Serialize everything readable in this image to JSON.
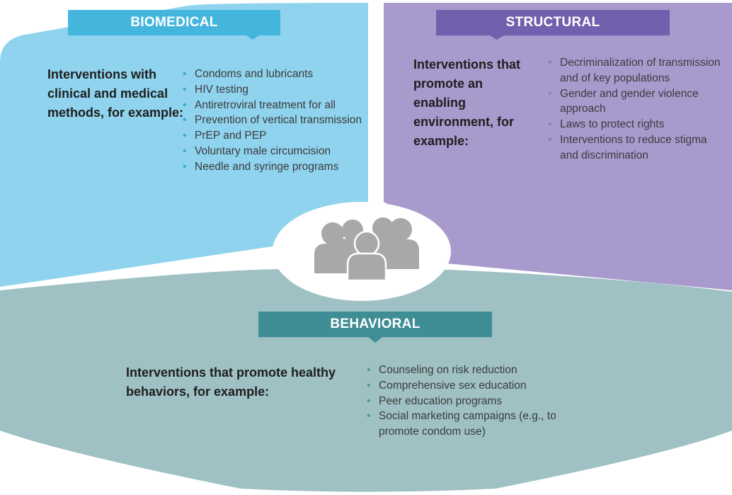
{
  "colors": {
    "biomedical_panel": "#8fd3ee",
    "biomedical_banner": "#44b6de",
    "structural_panel": "#a99ace",
    "structural_banner": "#725fad",
    "behavioral_panel": "#9fc1c4",
    "behavioral_banner": "#3f8d95",
    "people_icon": "#a8a8a8"
  },
  "icons": {
    "center": "people-group-icon"
  },
  "biomedical": {
    "title": "BIOMEDICAL",
    "lead": "Interventions with clinical and medical methods, for example:",
    "items": [
      "Condoms and lubricants",
      "HIV testing",
      "Antiretroviral treatment for all",
      "Prevention of vertical transmission",
      "PrEP and PEP",
      "Voluntary male circumcision",
      "Needle and syringe programs"
    ]
  },
  "structural": {
    "title": "STRUCTURAL",
    "lead": "Interventions that promote an enabling environment, for example:",
    "items": [
      "Decriminalization of transmission and of key populations",
      "Gender and gender violence approach",
      "Laws to protect rights",
      "Interventions to reduce stigma and discrimination"
    ]
  },
  "behavioral": {
    "title": "BEHAVIORAL",
    "lead": "Interventions that promote healthy behaviors, for example:",
    "items": [
      "Counseling on risk reduction",
      "Comprehensive sex education",
      "Peer education programs",
      "Social marketing campaigns (e.g., to promote condom use)"
    ]
  }
}
